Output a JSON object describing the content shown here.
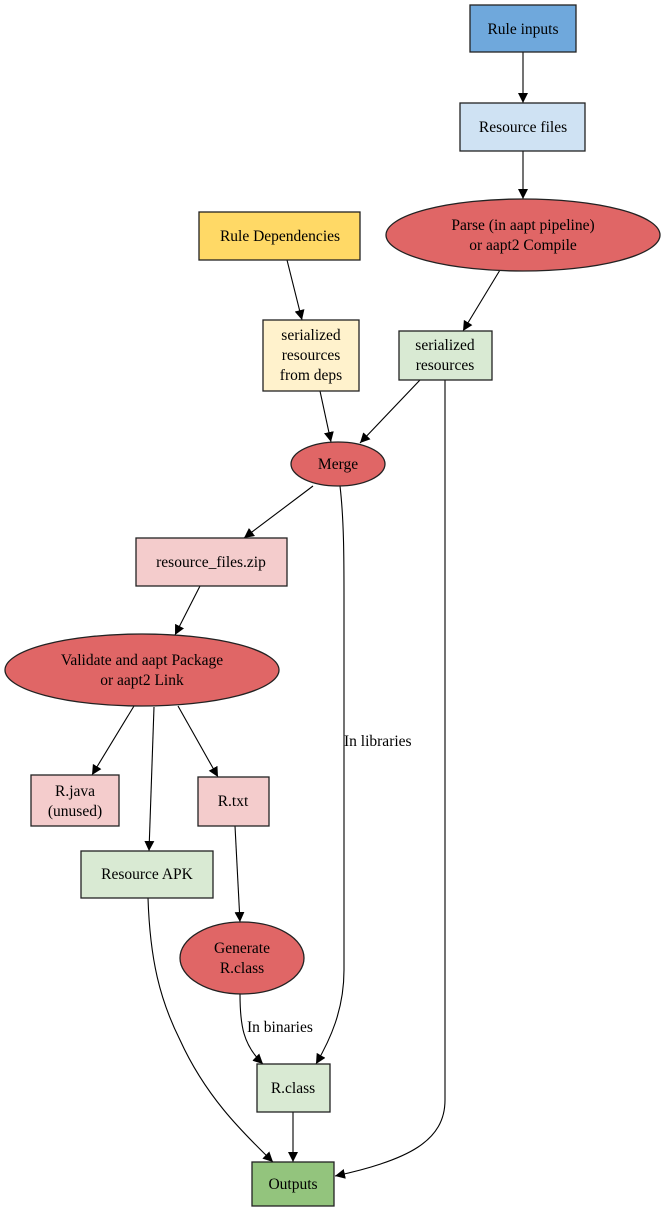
{
  "nodes": {
    "rule_inputs": {
      "lines": [
        "Rule inputs"
      ],
      "color": "#6fa8dc"
    },
    "resource_files": {
      "lines": [
        "Resource files"
      ],
      "color": "#cfe2f3"
    },
    "parse": {
      "lines": [
        "Parse (in aapt pipeline)",
        "or aapt2 Compile"
      ],
      "color": "#e06666"
    },
    "rule_dependencies": {
      "lines": [
        "Rule Dependencies"
      ],
      "color": "#ffd966"
    },
    "serialized_deps": {
      "lines": [
        "serialized",
        "resources",
        "from deps"
      ],
      "color": "#fff2cc"
    },
    "serialized_resources": {
      "lines": [
        "serialized",
        "resources"
      ],
      "color": "#d9ead3"
    },
    "merge": {
      "lines": [
        "Merge"
      ],
      "color": "#e06666"
    },
    "resource_files_zip": {
      "lines": [
        "resource_files.zip"
      ],
      "color": "#f4cccc"
    },
    "validate": {
      "lines": [
        "Validate and aapt Package",
        "or aapt2 Link"
      ],
      "color": "#e06666"
    },
    "r_java": {
      "lines": [
        "R.java",
        "(unused)"
      ],
      "color": "#f4cccc"
    },
    "r_txt": {
      "lines": [
        "R.txt"
      ],
      "color": "#f4cccc"
    },
    "resource_apk": {
      "lines": [
        "Resource APK"
      ],
      "color": "#d9ead3"
    },
    "generate": {
      "lines": [
        "Generate",
        "R.class"
      ],
      "color": "#e06666"
    },
    "r_class": {
      "lines": [
        "R.class"
      ],
      "color": "#d9ead3"
    },
    "outputs": {
      "lines": [
        "Outputs"
      ],
      "color": "#93c47d"
    }
  },
  "edge_labels": {
    "in_libraries": "In libraries",
    "in_binaries": "In binaries"
  }
}
